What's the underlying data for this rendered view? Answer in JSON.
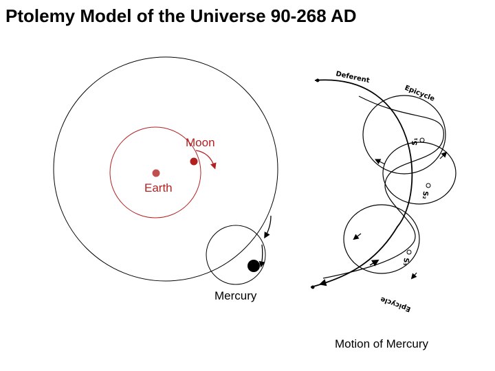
{
  "title": "Ptolemy Model of the Universe 90-268 AD",
  "left_model": {
    "labels": {
      "moon": "Moon",
      "earth": "Earth",
      "mercury": "Mercury"
    }
  },
  "right_model": {
    "labels": {
      "deferent": "Deferent",
      "epicycle_top": "Epicycle",
      "epicycle_bottom": "Epicycle",
      "s1": "S₁",
      "s2": "S₂",
      "s3": "S₃"
    },
    "caption": "Motion of Mercury"
  },
  "colors": {
    "red": "#b32020",
    "earth": "#c05050",
    "ink": "#000000"
  }
}
